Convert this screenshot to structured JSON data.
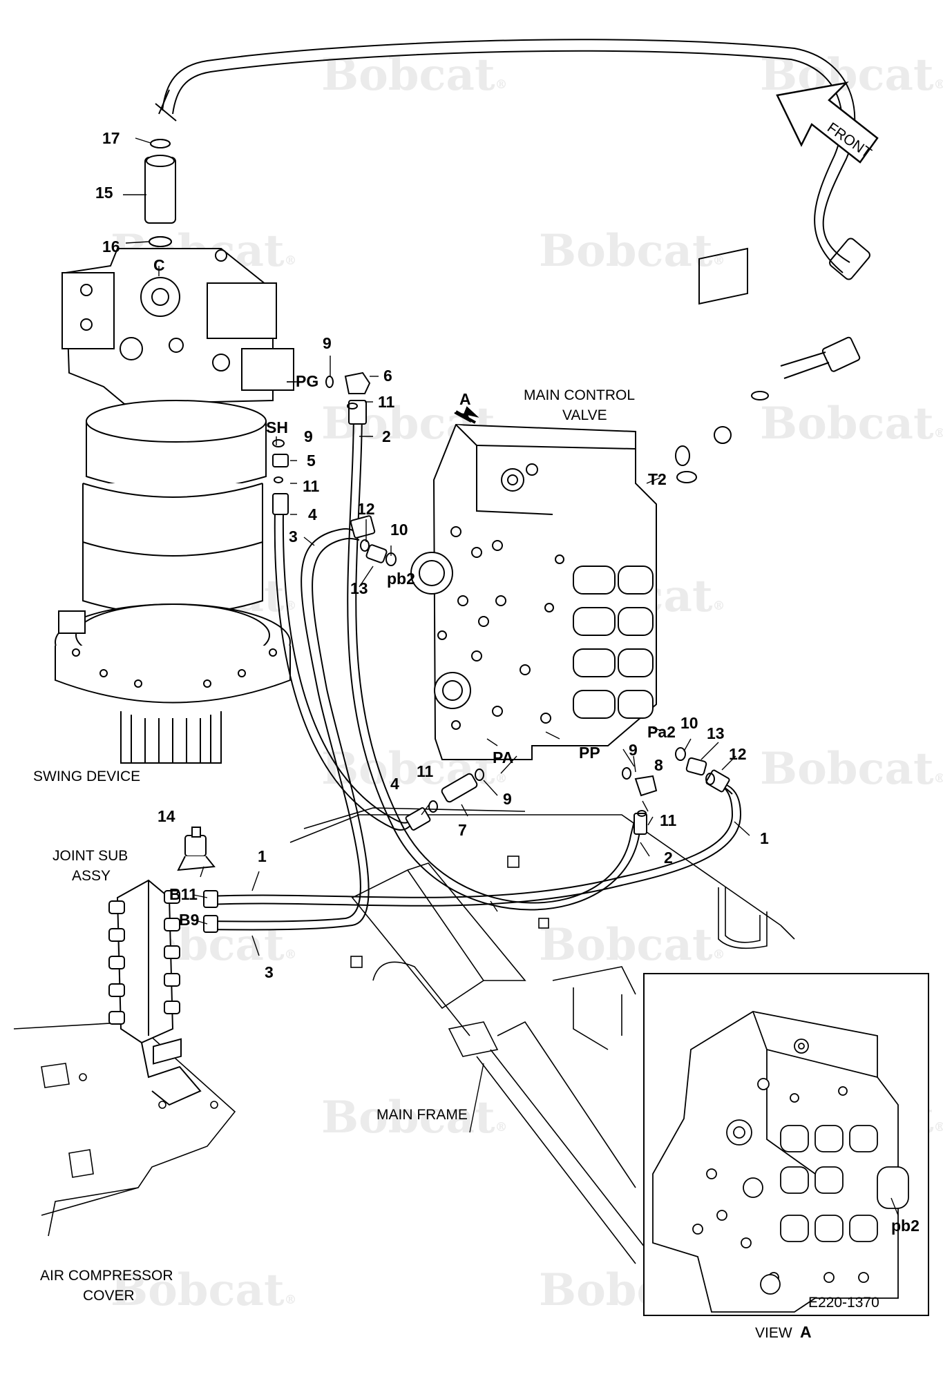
{
  "watermark": {
    "brand": "Bobcat",
    "reg_mark": "®"
  },
  "orientation": {
    "label": "FRONT"
  },
  "view_marker": {
    "letter": "A"
  },
  "labels": {
    "swing_device": "SWING DEVICE",
    "main_control_valve_line1": "MAIN CONTROL",
    "main_control_valve_line2": "VALVE",
    "joint_sub_line1": "JOINT SUB",
    "joint_sub_line2": "ASSY",
    "main_frame": "MAIN FRAME",
    "air_compressor_line1": "AIR COMPRESSOR",
    "air_compressor_line2": "COVER",
    "view_a_prefix": "VIEW",
    "view_a_letter": "A",
    "drawing_number": "E220-1370"
  },
  "ports": {
    "c": "C",
    "pg": "PG",
    "sh": "SH",
    "t2": "T2",
    "pb2": "pb2",
    "pb2_view": "pb2",
    "pa": "PA",
    "pp": "PP",
    "pa2": "Pa2",
    "b11": "B11",
    "b9": "B9"
  },
  "callouts": {
    "c17": "17",
    "c15": "15",
    "c16": "16",
    "c9a": "9",
    "c6": "6",
    "c11a": "11",
    "c2a": "2",
    "c9b": "9",
    "c5": "5",
    "c11b": "11",
    "c4a": "4",
    "c3a": "3",
    "c12a": "12",
    "c10a": "10",
    "c13a": "13",
    "c10b": "10",
    "c13b": "13",
    "c12b": "12",
    "c9c": "9",
    "c8": "8",
    "c11c": "11",
    "c1a": "1",
    "c2b": "2",
    "c11d": "11",
    "c4b": "4",
    "c9d": "9",
    "c7": "7",
    "c14": "14",
    "c1b": "1",
    "c3b": "3"
  }
}
